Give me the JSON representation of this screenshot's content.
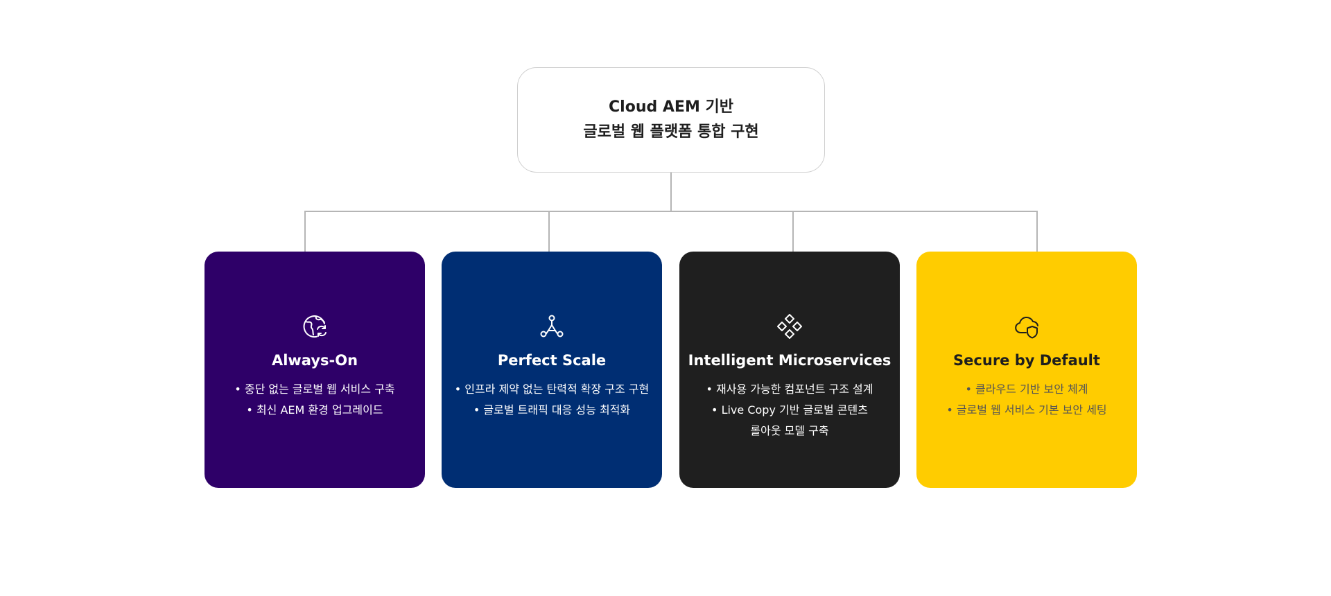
{
  "root": {
    "lines": [
      "Cloud AEM 기반",
      "글로벌 웹 플랫폼 통합 구현"
    ]
  },
  "cards": [
    {
      "title": "Always-On",
      "icon": "globe-refresh-icon",
      "background": "#2e0068",
      "bullets": [
        "• 중단 없는 글로벌 웹 서비스 구축",
        "• 최신 AEM 환경 업그레이드"
      ]
    },
    {
      "title": "Perfect Scale",
      "icon": "network-nodes-icon",
      "background": "#002e73",
      "bullets": [
        "• 인프라 제약 없는 탄력적 확장 구조 구현",
        "• 글로벌 트래픽 대응 성능 최적화"
      ]
    },
    {
      "title": "Intelligent Microservices",
      "icon": "diamond-grid-icon",
      "background": "#1f1f1f",
      "bullets": [
        "• 재사용 가능한 컴포넌트 구조 설계",
        "• Live Copy 기반 글로벌 콘텐츠",
        "롤아웃 모델 구축"
      ]
    },
    {
      "title": "Secure by Default",
      "icon": "cloud-shield-icon",
      "background": "#ffcc00",
      "bullets": [
        "• 클라우드 기반 보안 체계",
        "• 글로벌 웹 서비스 기본 보안 세팅"
      ]
    }
  ],
  "colors": {
    "connector": "#b5b5b5",
    "root_border": "#cfcfcf"
  }
}
